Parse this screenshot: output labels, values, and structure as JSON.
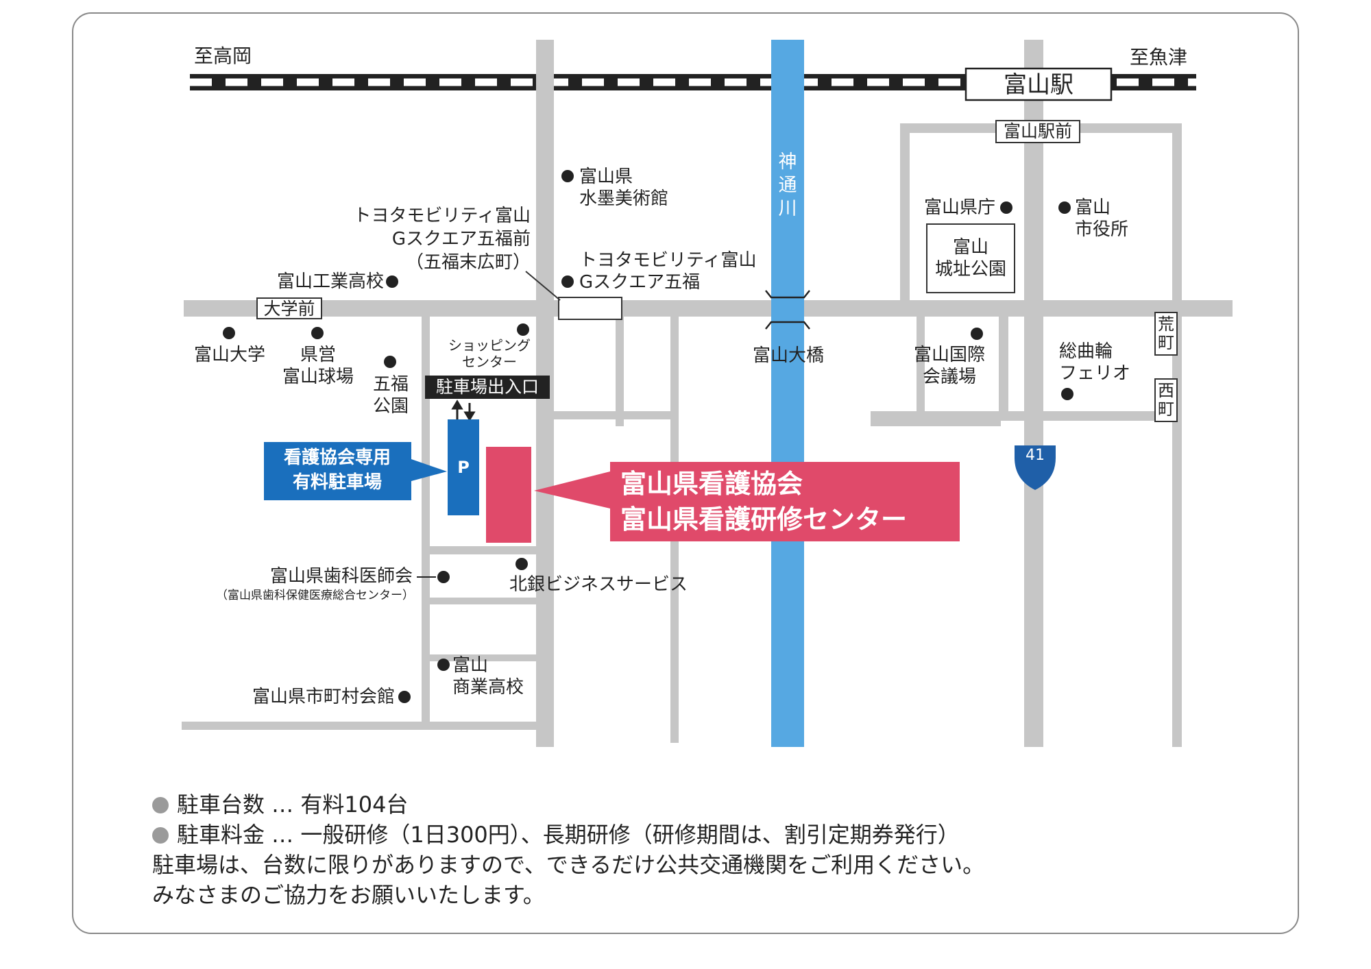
{
  "directions": {
    "west": "至高岡",
    "east": "至魚津"
  },
  "stations": {
    "main": "富山駅",
    "tram_stop": "富山駅前"
  },
  "river": {
    "name": "神通川",
    "bridge": "富山大橋"
  },
  "tram_stops": {
    "daigakumae": "大学前",
    "goshuku_line1": "トヨタモビリティ富山",
    "goshuku_line2": "Gスクエア五福前",
    "goshuku_line3": "（五福末広町）",
    "aramachi": "荒町",
    "nishimachi": "西町"
  },
  "route_number": "41",
  "landmarks": {
    "suiboku_line1": "富山県",
    "suiboku_line2": "水墨美術館",
    "toyota_line1": "トヨタモビリティ富山",
    "toyota_line2": "Gスクエア五福",
    "kogyo": "富山工業高校",
    "univ": "富山大学",
    "kyujo_line1": "県営",
    "kyujo_line2": "富山球場",
    "park_line1": "五福",
    "park_line2": "公園",
    "shop_line1": "ショッピング",
    "shop_line2": "センター",
    "pref_office": "富山県庁",
    "city_hall_line1": "富山",
    "city_hall_line2": "市役所",
    "castle_line1": "富山",
    "castle_line2": "城址公園",
    "conv_line1": "富山国際",
    "conv_line2": "会議場",
    "ferio_line1": "総曲輪",
    "ferio_line2": "フェリオ",
    "dental": "富山県歯科医師会",
    "dental_sub": "（富山県歯科保健医療総合センター）",
    "hokugin": "北銀ビジネスサービス",
    "commerce_line1": "富山",
    "commerce_line2": "商業高校",
    "municipal": "富山県市町村会館"
  },
  "parking": {
    "entrance": "駐車場出入口",
    "symbol": "P",
    "label_line1": "看護協会専用",
    "label_line2": "有料駐車場"
  },
  "destination": {
    "line1": "富山県看護協会",
    "line2": "富山県看護研修センター"
  },
  "notes": {
    "item1": "駐車台数 … 有料104台",
    "item2": "駐車料金 … 一般研修（1日300円）、長期研修（研修期間は、割引定期券発行）",
    "line3": "駐車場は、台数に限りがありますので、できるだけ公共交通機関をご利用ください。",
    "line4": "みなさまのご協力をお願いいたします。"
  },
  "colors": {
    "road": "#c6c6c6",
    "river": "#56a8e2",
    "parking": "#1a6fbd",
    "destination": "#e04a6a",
    "route_shield": "#1f5fa8",
    "rail": "#222222"
  }
}
